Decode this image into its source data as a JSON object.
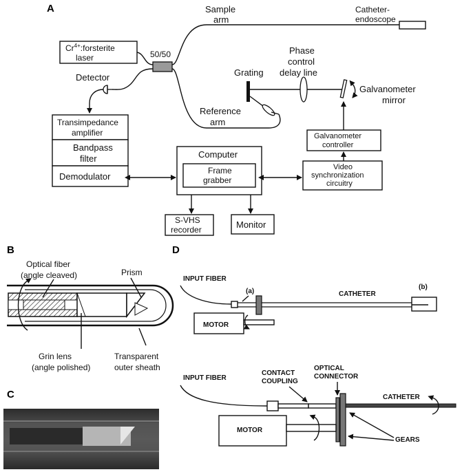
{
  "panels": {
    "a": "A",
    "b": "B",
    "c": "C",
    "d": "D"
  },
  "panel_a": {
    "laser_line1": "Cr",
    "laser_sup": "4+",
    "laser_line1_rest": ":forsterite",
    "laser_line2": "laser",
    "coupler": "50/50",
    "sample_arm_1": "Sample",
    "sample_arm_2": "arm",
    "catheter_1": "Catheter-",
    "catheter_2": "endoscope",
    "detector": "Detector",
    "phase_1": "Phase",
    "phase_2": "control",
    "phase_3": "delay line",
    "grating": "Grating",
    "galvo_mirror_1": "Galvanometer",
    "galvo_mirror_2": "mirror",
    "ref_arm_1": "Reference",
    "ref_arm_2": "arm",
    "transimp_1": "Transimpedance",
    "transimp_2": "amplifier",
    "bandpass_1": "Bandpass",
    "bandpass_2": "filter",
    "demod": "Demodulator",
    "computer": "Computer",
    "frame_1": "Frame",
    "frame_2": "grabber",
    "galvo_ctrl_1": "Galvanometer",
    "galvo_ctrl_2": "controller",
    "video_1": "Video",
    "video_2": "synchronization",
    "video_3": "circuitry",
    "svhs_1": "S-VHS",
    "svhs_2": "recorder",
    "monitor": "Monitor"
  },
  "panel_b": {
    "fiber_1": "Optical fiber",
    "fiber_2": "(angle cleaved)",
    "prism": "Prism",
    "grin_1": "Grin lens",
    "grin_2": "(angle polished)",
    "sheath_1": "Transparent",
    "sheath_2": "outer sheath"
  },
  "panel_d": {
    "input_fiber_top": "INPUT FIBER",
    "label_a": "(a)",
    "label_b": "(b)",
    "catheter_top": "CATHETER",
    "motor_top": "MOTOR",
    "input_fiber_bottom": "INPUT FIBER",
    "contact_1": "CONTACT",
    "contact_2": "COUPLING",
    "optical_1": "OPTICAL",
    "optical_2": "CONNECTOR",
    "catheter_bottom": "CATHETER",
    "motor_bottom": "MOTOR",
    "gears": "GEARS"
  },
  "colors": {
    "ink": "#111111",
    "coupler_fill": "#9a9a9a",
    "photo_bg": "#3c3c3c"
  }
}
